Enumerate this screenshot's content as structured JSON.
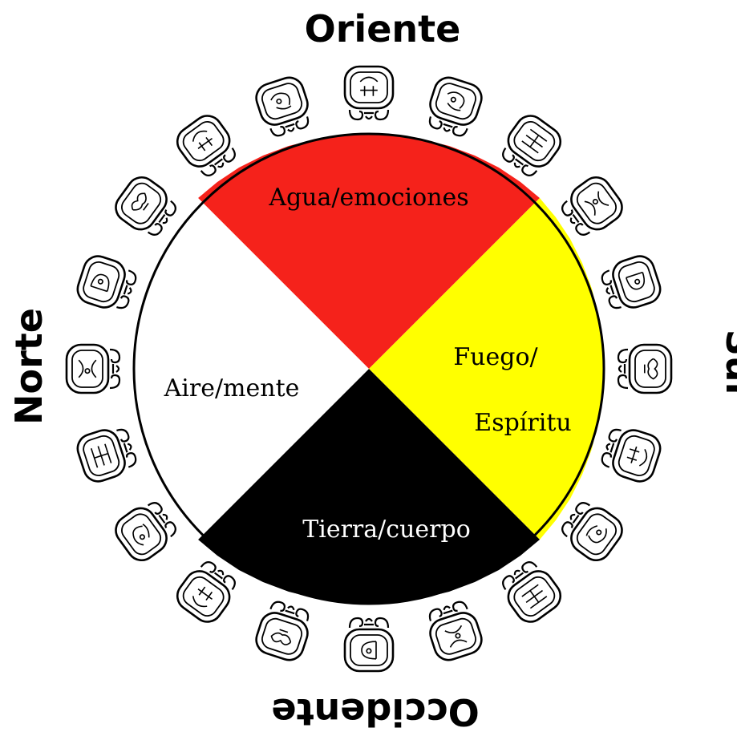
{
  "directions": {
    "east": "Oriente",
    "south": "Sur",
    "west": "Occidente",
    "north": "Norte"
  },
  "quadrants": [
    {
      "id": "top",
      "label": "Agua/emociones",
      "color": "#f5221b",
      "text_color": "#000000"
    },
    {
      "id": "right",
      "label_line1": "Fuego/",
      "label_line2": "Espíritu",
      "color": "#ffff00",
      "text_color": "#000000"
    },
    {
      "id": "bottom",
      "label": "Tierra/cuerpo",
      "color": "#000000",
      "text_color": "#ffffff"
    },
    {
      "id": "left",
      "label": "Aire/mente",
      "color": "#ffffff",
      "text_color": "#000000"
    }
  ],
  "glyphs": {
    "count": 20,
    "icon": "maya-day-sign-glyph"
  },
  "colors": {
    "outline": "#000000",
    "background": "#ffffff"
  }
}
